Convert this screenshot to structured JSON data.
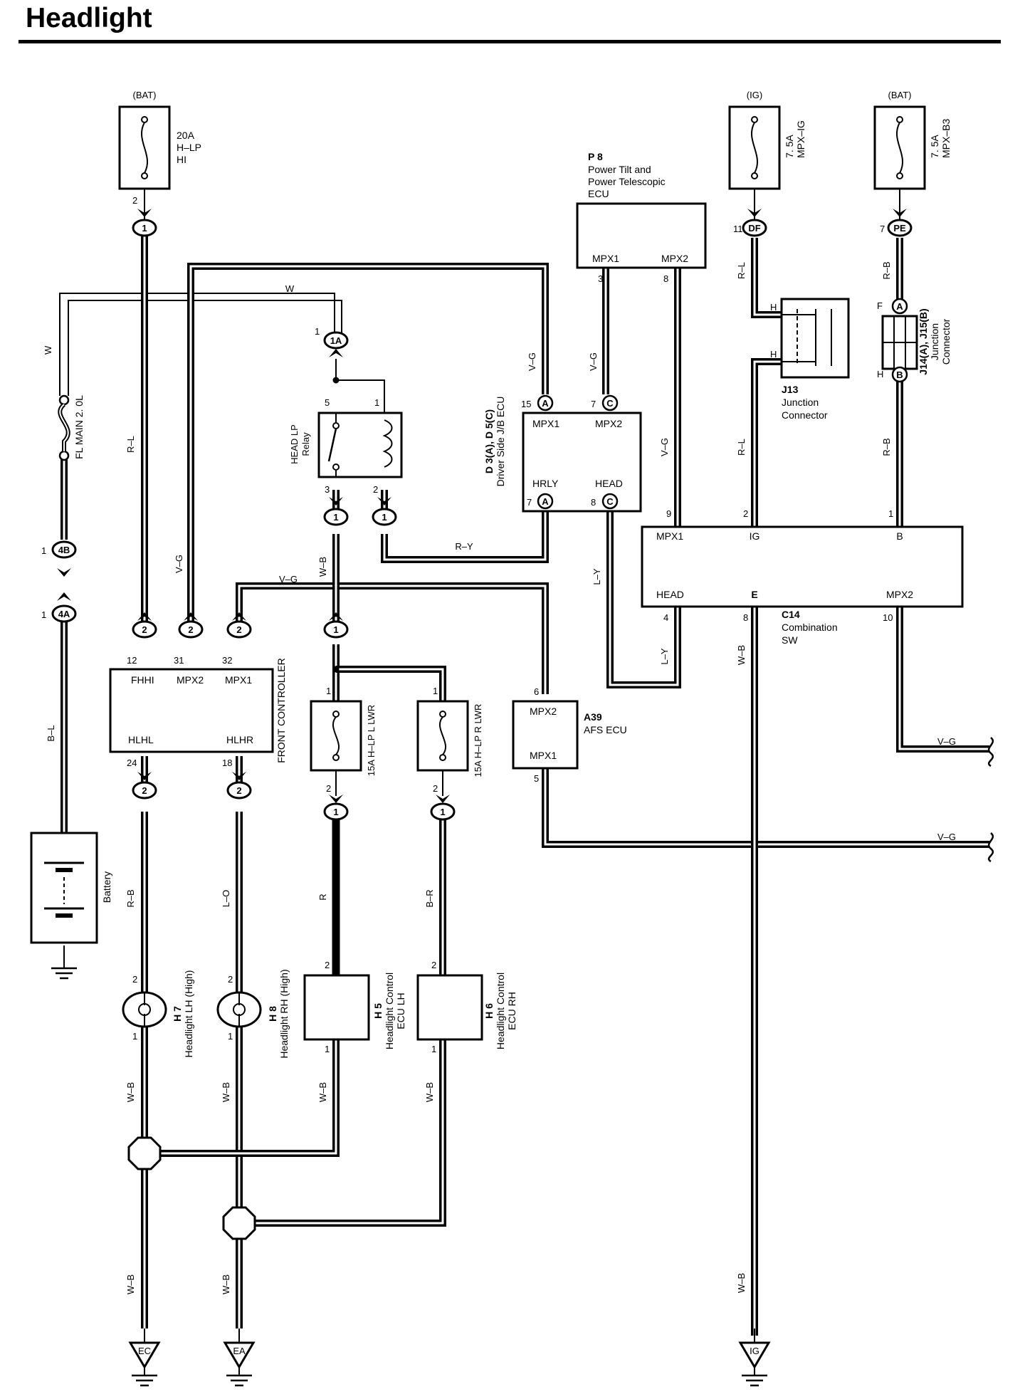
{
  "title": "Headlight",
  "fuses": [
    {
      "id": "fuse-h-lp-hi",
      "source": "(BAT)",
      "amps": "20A",
      "lines": [
        "H–LP",
        "HI"
      ],
      "pin": "2",
      "connector": "1"
    },
    {
      "id": "fuse-mpx-ig",
      "source": "(IG)",
      "amps": "7. 5A",
      "lines": [
        "MPX–IG"
      ],
      "pin": "11",
      "connector": "DF"
    },
    {
      "id": "fuse-mpx-b3",
      "source": "(BAT)",
      "amps": "7. 5A",
      "lines": [
        "MPX–B3"
      ],
      "pin": "7",
      "connector": "PE"
    },
    {
      "id": "fuse-h-lp-l-lwr",
      "amps": "15A",
      "lines": [
        "H–LP L LWR"
      ],
      "pin_in": "1",
      "pin_out": "2",
      "connector": "1"
    },
    {
      "id": "fuse-h-lp-r-lwr",
      "amps": "15A",
      "lines": [
        "H–LP R LWR"
      ],
      "pin_in": "1",
      "pin_out": "2",
      "connector": "1"
    },
    {
      "id": "fusible-link",
      "lines": [
        "FL MAIN 2. 0L"
      ]
    }
  ],
  "components": {
    "p8": {
      "code": "P 8",
      "name": [
        "Power Tilt and",
        "Power Telescopic",
        "ECU"
      ],
      "pins": [
        "MPX1",
        "MPX2"
      ],
      "pin_nums": [
        "3",
        "8"
      ]
    },
    "relay": {
      "name": [
        "HEAD LP",
        "Relay"
      ],
      "pins": [
        "5",
        "1",
        "3",
        "2"
      ],
      "conn_top": "1A",
      "conn_top_pin": "1",
      "conn_out": "1"
    },
    "d3": {
      "code": "D 3(A), D 5(C)",
      "name": "Driver Side J/B ECU",
      "pins": [
        "MPX1",
        "MPX2",
        "HRLY",
        "HEAD"
      ],
      "pin_nums": [
        "15",
        "7",
        "7",
        "8"
      ],
      "conns": [
        "A",
        "C",
        "A",
        "C"
      ]
    },
    "j13": {
      "code": "J13",
      "name": [
        "Junction",
        "Connector"
      ],
      "pins": [
        "H",
        "H"
      ]
    },
    "j14": {
      "code": "J14(A), J15(B)",
      "name": [
        "Junction",
        "Connector"
      ],
      "pins": [
        "F",
        "H"
      ],
      "conns": [
        "A",
        "B"
      ]
    },
    "c14": {
      "code": "C14",
      "name": [
        "Combination",
        "SW"
      ],
      "pins": [
        "MPX1",
        "IG",
        "B",
        "HEAD",
        "E",
        "MPX2"
      ],
      "pin_nums": [
        "9",
        "2",
        "1",
        "4",
        "8",
        "10"
      ]
    },
    "front": {
      "name": "FRONT CONTROLLER",
      "pins": [
        "FHHI",
        "MPX2",
        "MPX1",
        "HLHL",
        "HLHR"
      ],
      "pin_nums": [
        "12",
        "31",
        "32",
        "24",
        "18"
      ]
    },
    "a39": {
      "code": "A39",
      "name": "AFS ECU",
      "pins": [
        "MPX2",
        "MPX1"
      ],
      "pin_nums": [
        "6",
        "5"
      ]
    },
    "h7": {
      "code": "H 7",
      "name": "Headlight LH (High)",
      "pins": [
        "2",
        "1"
      ]
    },
    "h8": {
      "code": "H 8",
      "name": "Headlight RH (High)",
      "pins": [
        "2",
        "1"
      ]
    },
    "h5": {
      "code": "H 5",
      "name": [
        "Headlight Control",
        "ECU LH"
      ],
      "pins": [
        "2",
        "1"
      ]
    },
    "h6": {
      "code": "H 6",
      "name": [
        "Headlight Control",
        "ECU RH"
      ],
      "pins": [
        "2",
        "1"
      ]
    },
    "battery": {
      "name": "Battery"
    },
    "fl_conns": [
      {
        "pin": "1",
        "conn": "4B"
      },
      {
        "pin": "1",
        "conn": "4A"
      }
    ]
  },
  "wire_colors": [
    "W",
    "W",
    "B–L",
    "R–L",
    "V–G",
    "V–G",
    "W–B",
    "R–Y",
    "V–G",
    "V–G",
    "R–L",
    "R–B",
    "R–L",
    "R–B",
    "V–G",
    "L–Y",
    "L–Y",
    "W–B",
    "V–G",
    "V–G",
    "R–B",
    "L–O",
    "R",
    "B–R",
    "W–B",
    "W–B",
    "W–B",
    "W–B",
    "W–B",
    "W–B"
  ],
  "grounds": [
    "EC",
    "EA",
    "IG"
  ]
}
